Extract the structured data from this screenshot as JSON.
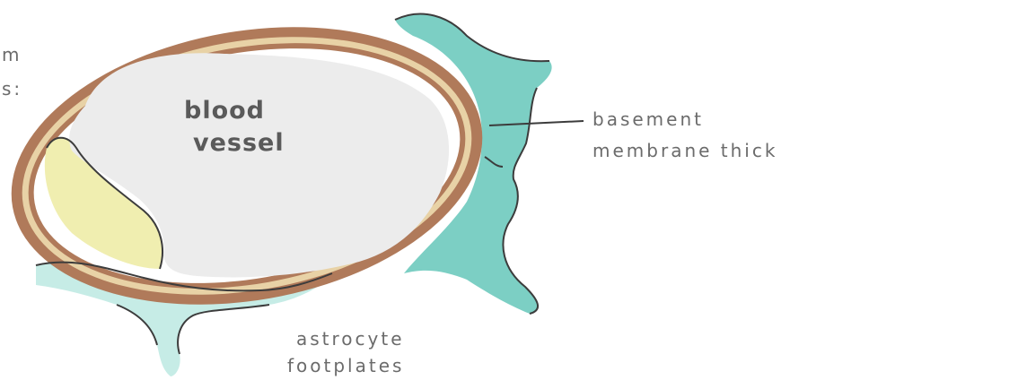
{
  "labels": {
    "left_line1": "m",
    "left_line2": "s:",
    "vessel_line1": "blood",
    "vessel_line2": "vessel",
    "membrane_line1": "basement",
    "membrane_line2": "membrane  thick",
    "astro_line1": "astrocyte",
    "astro_line2": "footplates"
  },
  "colors": {
    "vessel_wall": "#b07a5a",
    "vessel_wall_light": "#e8d2a6",
    "lumen": "#ececec",
    "endothelial_cell": "#f0eeb0",
    "astrocyte": "#7ccfc4",
    "astrocyte_light": "#c6ece6",
    "outline": "#3c3c3c"
  }
}
